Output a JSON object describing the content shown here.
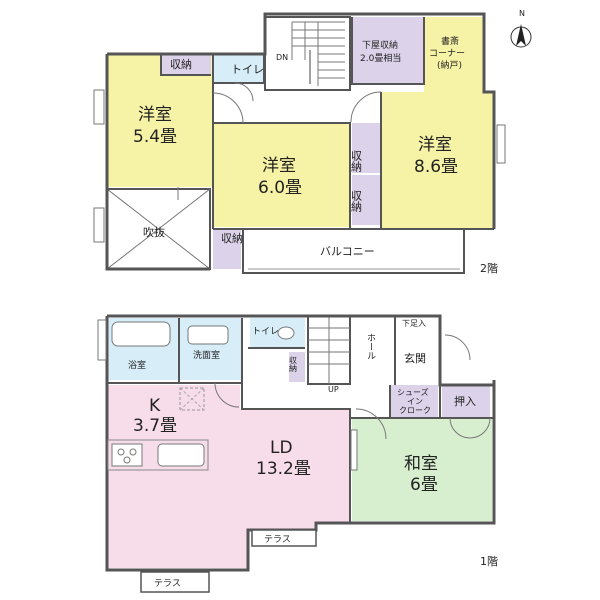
{
  "colors": {
    "western_room": "#f7f3a6",
    "storage": "#dcd3ea",
    "wet_area": "#d7eef9",
    "ldk": "#f7dcea",
    "japanese_room": "#d7efcf",
    "wall": "#555555"
  },
  "compass": {
    "label": "N"
  },
  "floor2": {
    "label": "2階",
    "room_west": {
      "name": "洋室",
      "size": "5.4畳"
    },
    "room_center": {
      "name": "洋室",
      "size": "6.0畳"
    },
    "room_east": {
      "name": "洋室",
      "size": "8.6畳"
    },
    "storage_top": "収納",
    "toilet": "トイレ",
    "dn": "DN",
    "attic_storage": {
      "line1": "下屋収納",
      "line2": "2.0畳相当"
    },
    "study": {
      "line1": "書斎",
      "line2": "コーナー",
      "line3": "(納戸)"
    },
    "storage_a": "収納",
    "storage_b": "収納",
    "storage_c": "収納",
    "void": "吹抜",
    "balcony": "バルコニー"
  },
  "floor1": {
    "label": "1階",
    "bath": "浴室",
    "washroom": "洗面室",
    "toilet": "トイレ",
    "storage": "収納",
    "hall": "ホール",
    "shoe_box_under": "下足入",
    "entrance": "玄関",
    "shoes_closet": {
      "line1": "シューズ",
      "line2": "イン",
      "line3": "クローク"
    },
    "closet": "押入",
    "up": "UP",
    "kitchen": {
      "name": "K",
      "size": "3.7畳"
    },
    "living_dining": {
      "name": "LD",
      "size": "13.2畳"
    },
    "japanese_room": {
      "name": "和室",
      "size": "6畳"
    },
    "terrace_a": "テラス",
    "terrace_b": "テラス"
  }
}
